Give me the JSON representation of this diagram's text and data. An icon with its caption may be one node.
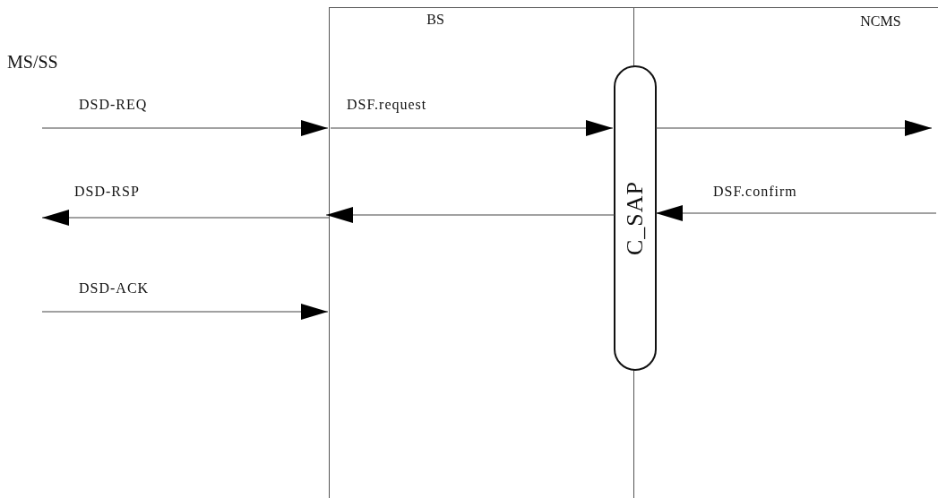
{
  "diagram": {
    "nodes": [
      {
        "text": [
          "MS/SS"
        ]
      },
      {
        "text": [
          "BS"
        ]
      },
      {
        "text": [
          "NCMS"
        ]
      },
      {
        "text": [
          "C_SAP"
        ]
      }
    ],
    "edges": [
      {
        "from": null,
        "to": 1,
        "arrow": "to",
        "label": "DSD-REQ"
      },
      {
        "from": 1,
        "to": 3,
        "arrow": "to",
        "label": "DSF.request"
      },
      {
        "from": 3,
        "to": 2,
        "arrow": "to"
      },
      {
        "from": 2,
        "to": 3,
        "arrow": "to",
        "label": "DSF.confirm"
      },
      {
        "from": 3,
        "to": 1,
        "arrow": "to"
      },
      {
        "from": 1,
        "to": null,
        "arrow": "to",
        "label": "DSD-RSP"
      },
      {
        "from": null,
        "to": 1,
        "arrow": "to",
        "label": "DSD-ACK"
      }
    ]
  }
}
